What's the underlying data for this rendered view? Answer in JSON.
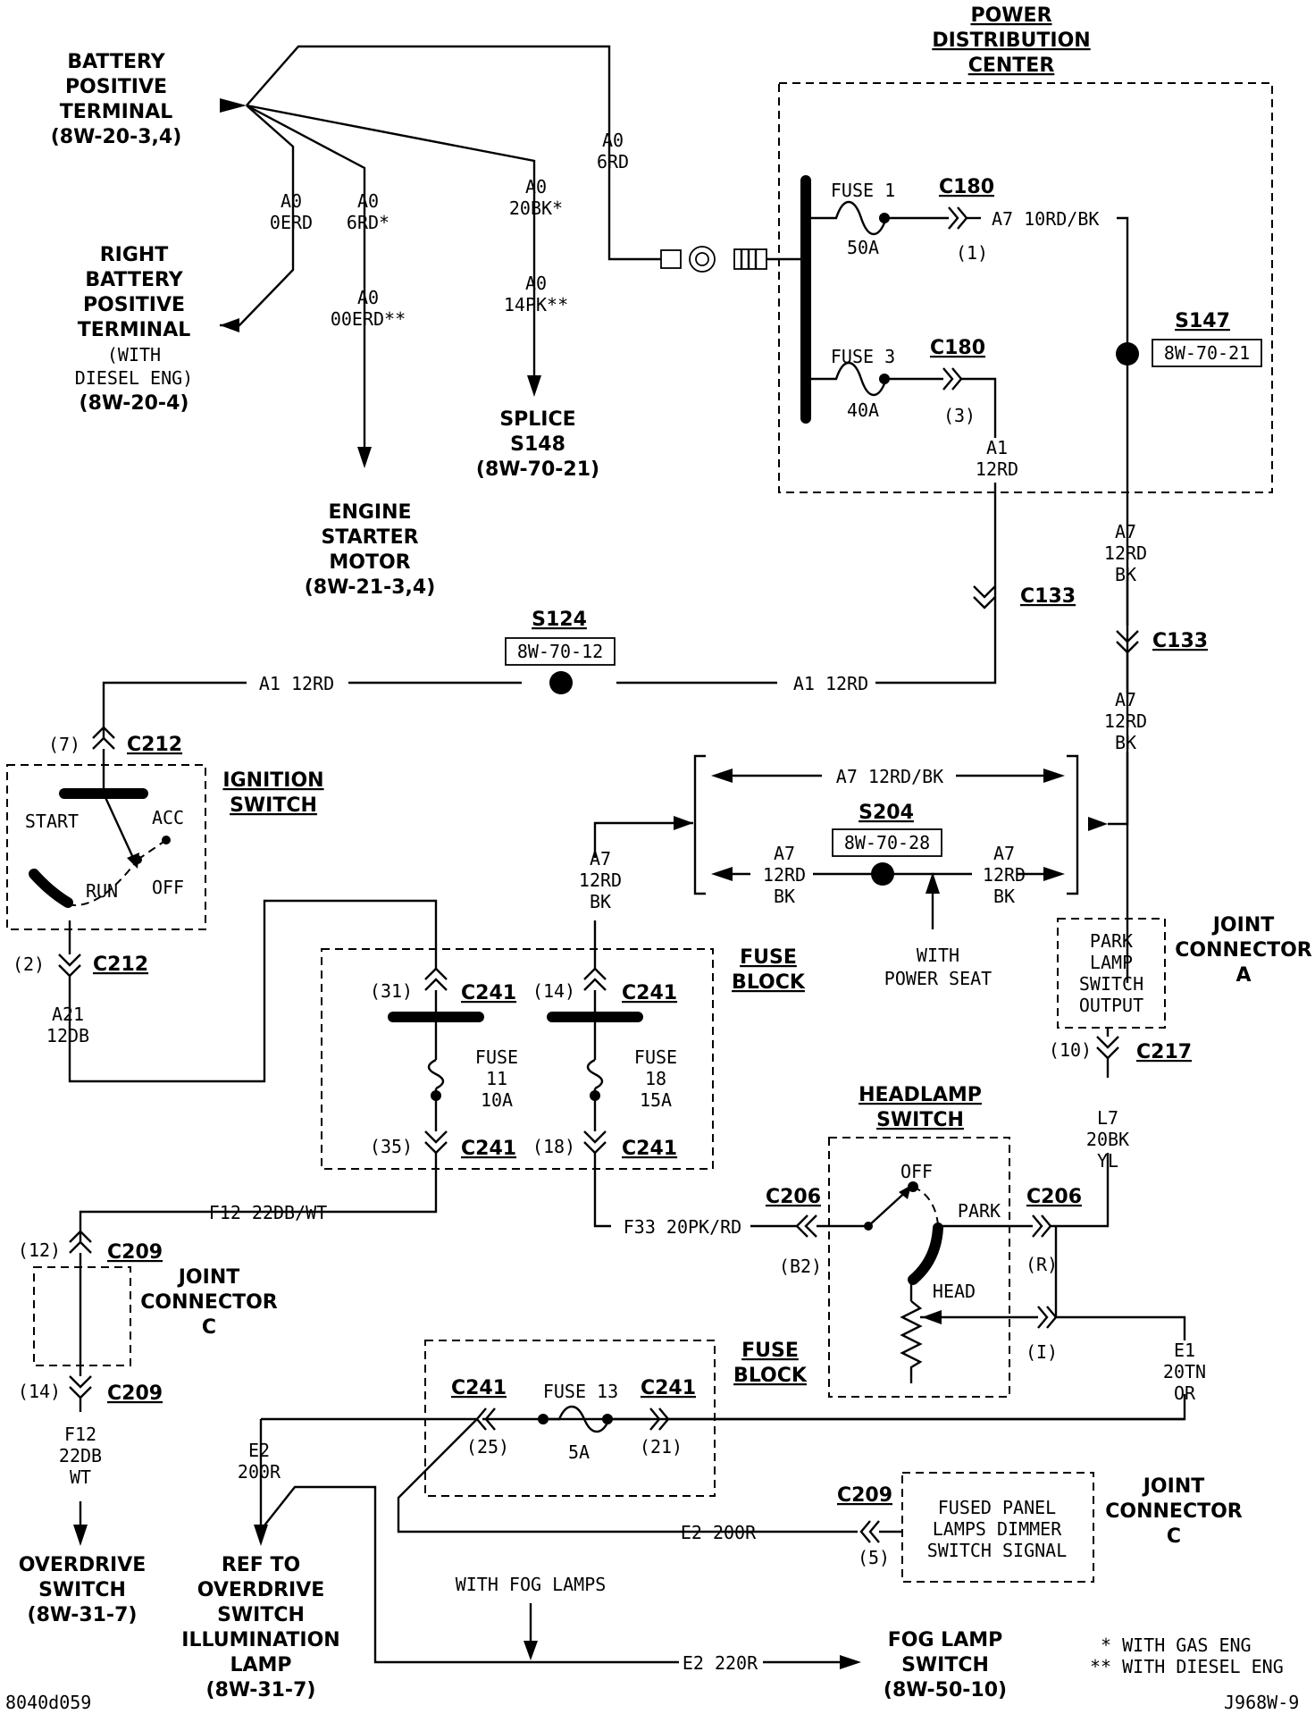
{
  "labels": {
    "pdc": [
      "POWER",
      "DISTRIBUTION",
      "CENTER"
    ],
    "batt_pos": [
      "BATTERY",
      "POSITIVE",
      "TERMINAL",
      "(8W-20-3,4)"
    ],
    "right_batt": [
      "RIGHT",
      "BATTERY",
      "POSITIVE",
      "TERMINAL",
      "(WITH",
      "DIESEL ENG)",
      "(8W-20-4)"
    ],
    "splice_s148": [
      "SPLICE",
      "S148",
      "(8W-70-21)"
    ],
    "engine_starter": [
      "ENGINE",
      "STARTER",
      "MOTOR",
      "(8W-21-3,4)"
    ],
    "ignition_switch": [
      "IGNITION",
      "SWITCH"
    ],
    "fuse_block_1": [
      "FUSE",
      "BLOCK"
    ],
    "fuse_block_2": [
      "FUSE",
      "BLOCK"
    ],
    "joint_a": [
      "JOINT",
      "CONNECTOR",
      "A"
    ],
    "joint_c1": [
      "JOINT",
      "CONNECTOR",
      "C"
    ],
    "joint_c2": [
      "JOINT",
      "CONNECTOR",
      "C"
    ],
    "headlamp_switch": [
      "HEADLAMP",
      "SWITCH"
    ],
    "overdrive_switch": [
      "OVERDRIVE",
      "SWITCH",
      "(8W-31-7)"
    ],
    "ref_overdrive": [
      "REF TO",
      "OVERDRIVE",
      "SWITCH",
      "ILLUMINATION",
      "LAMP",
      "(8W-31-7)"
    ],
    "fog_lamp_switch": [
      "FOG LAMP",
      "SWITCH",
      "(8W-50-10)"
    ],
    "park_lamp_output": [
      "PARK",
      "LAMP",
      "SWITCH",
      "OUTPUT"
    ],
    "fused_panel": [
      "FUSED PANEL",
      "LAMPS DIMMER",
      "SWITCH SIGNAL"
    ],
    "with_power_seat": [
      "WITH",
      "POWER SEAT"
    ],
    "with_fog_lamps": "WITH FOG LAMPS",
    "legend_gas": "* WITH GAS ENG",
    "legend_diesel": "** WITH DIESEL ENG",
    "code_left": "8040d059",
    "code_right": "J968W-9"
  },
  "ignition": {
    "start": "START",
    "acc": "ACC",
    "run": "RUN",
    "off": "OFF"
  },
  "headlamp": {
    "off": "OFF",
    "park": "PARK",
    "head": "HEAD"
  },
  "fuses": {
    "f1": [
      "FUSE 1",
      "50A"
    ],
    "f3": [
      "FUSE 3",
      "40A"
    ],
    "f11": [
      "FUSE",
      "11",
      "10A"
    ],
    "f18": [
      "FUSE",
      "18",
      "15A"
    ],
    "f13": [
      "FUSE 13",
      "5A"
    ]
  },
  "splices": {
    "s147": {
      "name": "S147",
      "ref": "8W-70-21"
    },
    "s124": {
      "name": "S124",
      "ref": "8W-70-12"
    },
    "s204": {
      "name": "S204",
      "ref": "8W-70-28"
    }
  },
  "connectors": {
    "c180a": "C180",
    "c180b": "C180",
    "c133a": "C133",
    "c133b": "C133",
    "c212a": "C212",
    "c212b": "C212",
    "c241a": "C241",
    "c241b": "C241",
    "c241c": "C241",
    "c241d": "C241",
    "c241e": "C241",
    "c241f": "C241",
    "c217": "C217",
    "c206a": "C206",
    "c206b": "C206",
    "c209a": "C209",
    "c209b": "C209",
    "c209c": "C209"
  },
  "pins": {
    "p1": "(1)",
    "p3": "(3)",
    "p7": "(7)",
    "p2": "(2)",
    "p31": "(31)",
    "p14a": "(14)",
    "p35": "(35)",
    "p18": "(18)",
    "p10": "(10)",
    "pB2": "(B2)",
    "pR": "(R)",
    "pI": "(I)",
    "p12": "(12)",
    "p14b": "(14)",
    "p25": "(25)",
    "p21": "(21)",
    "p5": "(5)"
  },
  "wires": {
    "a0_6rd": [
      "A0",
      "6RD"
    ],
    "a0_0erd": [
      "A0",
      "0ERD"
    ],
    "a0_6rd_star": [
      "A0",
      "6RD*"
    ],
    "a0_00erd": [
      "A0",
      "00ERD**"
    ],
    "a0_20bk": [
      "A0",
      "20BK*"
    ],
    "a0_14pk": [
      "A0",
      "14PK**"
    ],
    "a7_10rd_bk": "A7 10RD/BK",
    "a1_12rd_v": [
      "A1",
      "12RD"
    ],
    "a7_12rd_bk_1": [
      "A7",
      "12RD",
      "BK"
    ],
    "a7_12rd_bk_2": [
      "A7",
      "12RD",
      "BK"
    ],
    "a1_12rd_l": "A1 12RD",
    "a1_12rd_r": "A1 12RD",
    "a7_12rd_bk_top": "A7 12RD/BK",
    "a7_12rd_bk_s204l": [
      "A7",
      "12RD",
      "BK"
    ],
    "a7_12rd_bk_s204r": [
      "A7",
      "12RD",
      "BK"
    ],
    "a7_12rd_bk_fb": [
      "A7",
      "12RD",
      "BK"
    ],
    "a21_12db": [
      "A21",
      "12DB"
    ],
    "f12_22db_wt": "F12 22DB/WT",
    "f33_20pk_rd": "F33 20PK/RD",
    "l7_20bk_yl": [
      "L7",
      "20BK",
      "YL"
    ],
    "f12_22db_wt_v": [
      "F12",
      "22DB",
      "WT"
    ],
    "e1_20tn_or": [
      "E1",
      "20TN",
      "OR"
    ],
    "e2_20or_v": [
      "E2",
      "200R"
    ],
    "e2_20or_h": "E2 200R",
    "e2_22or": "E2 220R"
  }
}
